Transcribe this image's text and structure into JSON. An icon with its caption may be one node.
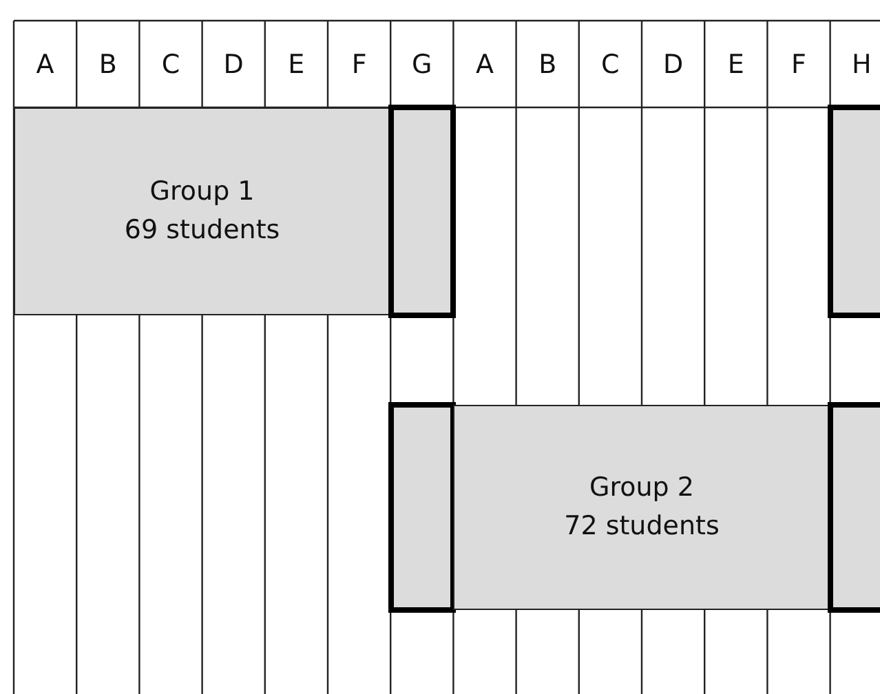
{
  "diagram": {
    "nodes": [
      {
        "text": [
          "Group 1",
          "69 students"
        ]
      },
      {
        "text": [],
        "shape": "box"
      },
      {
        "text": [],
        "shape": "box"
      },
      {
        "text": [],
        "shape": "box"
      },
      {
        "text": [
          "Group 2",
          "72 students"
        ]
      },
      {
        "text": [],
        "shape": "box"
      }
    ],
    "labels": [
      "A",
      "B",
      "C",
      "D",
      "E",
      "F",
      "G",
      "A",
      "B",
      "C",
      "D",
      "E",
      "F",
      "H"
    ]
  }
}
